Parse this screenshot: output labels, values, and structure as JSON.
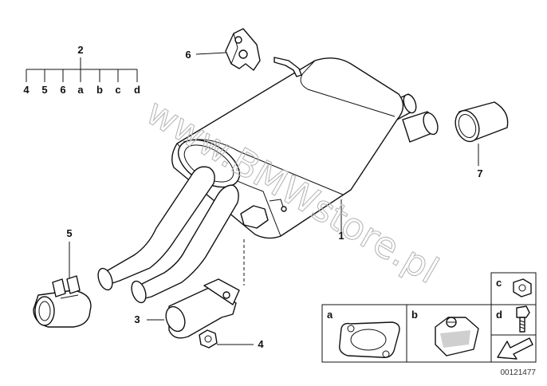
{
  "watermark": "www.BMWstore.pl",
  "catalog_number": "00121477",
  "callouts": {
    "main_muffler": "1",
    "repair_kit": "2",
    "front_pipe": "3",
    "nut_4": "4",
    "clamp": "5",
    "hanger": "6",
    "tailpipe_trim": "7"
  },
  "kit_legend": [
    "4",
    "5",
    "6",
    "a",
    "b",
    "c",
    "d"
  ],
  "detail_boxes": {
    "a": "a",
    "b": "b",
    "c": "c",
    "d": "d"
  }
}
